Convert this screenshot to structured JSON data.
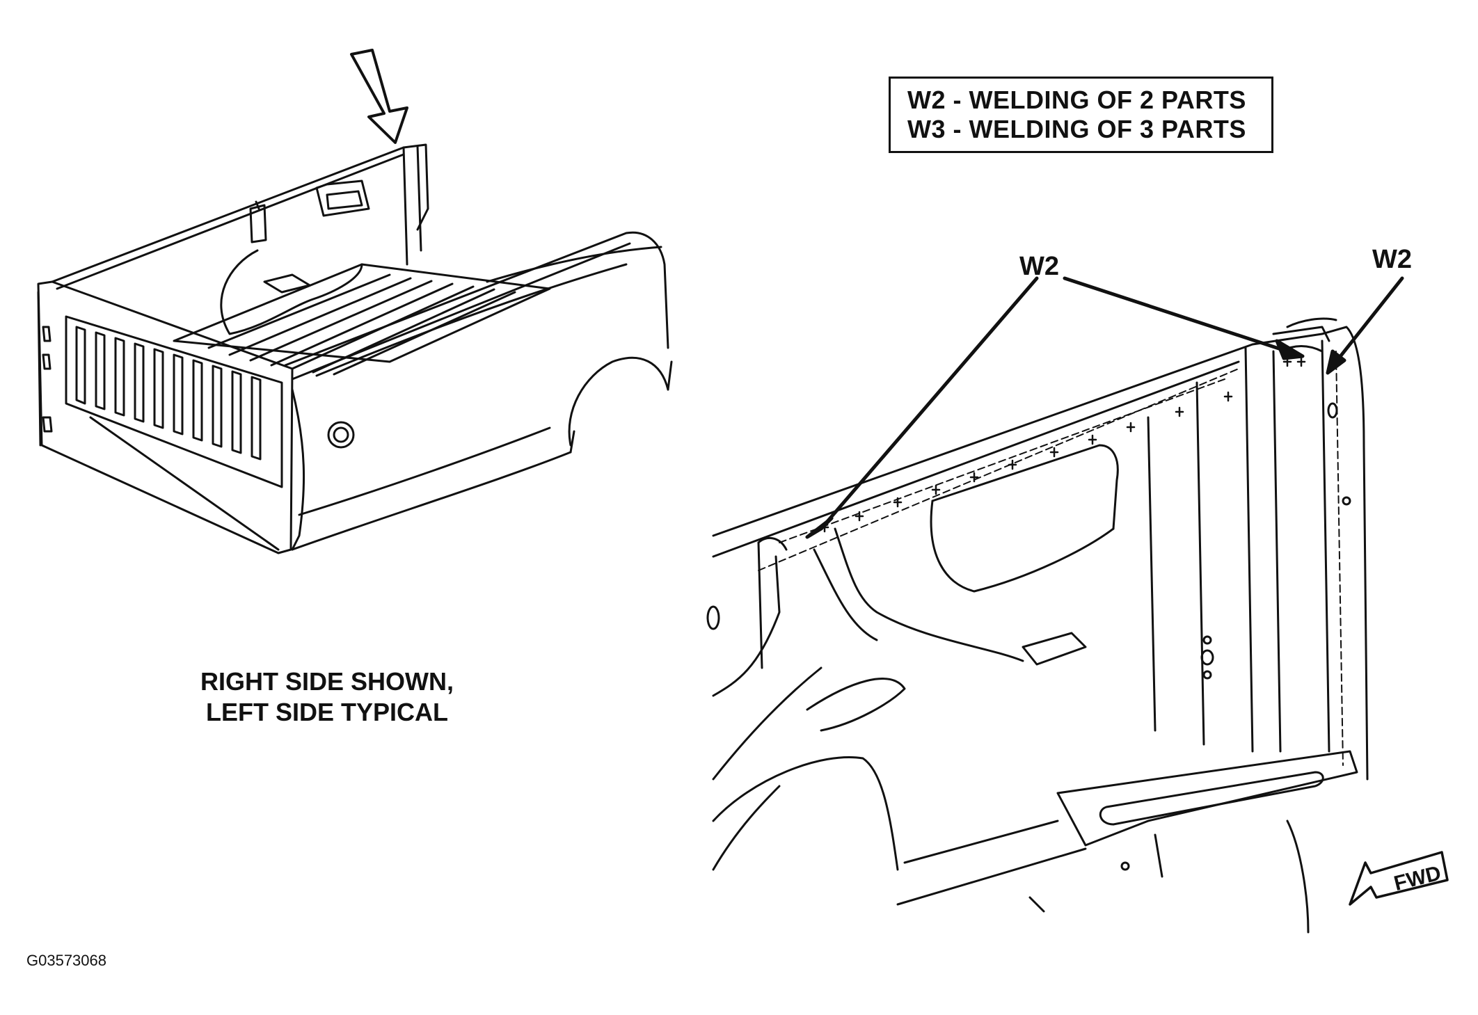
{
  "legend": {
    "line1": "W2 - WELDING OF 2 PARTS",
    "line2": "W3 - WELDING OF 3 PARTS"
  },
  "callouts": {
    "w2_center": "W2",
    "w2_right": "W2"
  },
  "caption": {
    "line1": "RIGHT SIDE SHOWN,",
    "line2": "LEFT SIDE TYPICAL"
  },
  "direction": {
    "label": "FWD"
  },
  "figure_id": "G03573068"
}
